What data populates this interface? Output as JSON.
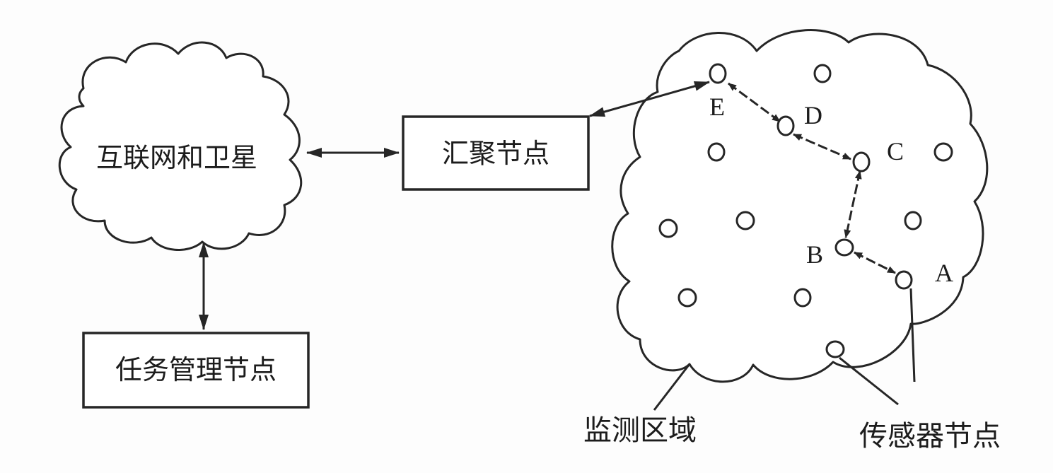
{
  "internet_cloud_label": "互联网和卫星",
  "sink_node_label": "汇聚节点",
  "task_mgmt_label": "任务管理节点",
  "monitor_area_label": "监测区域",
  "sensor_node_label": "传感器节点",
  "route_labels": {
    "A": "A",
    "B": "B",
    "C": "C",
    "D": "D",
    "E": "E"
  },
  "colors": {
    "stroke": "#262626",
    "background": "#ffffff"
  }
}
